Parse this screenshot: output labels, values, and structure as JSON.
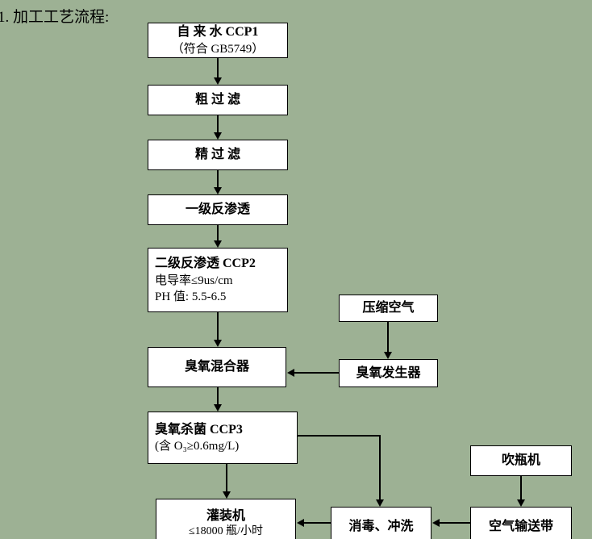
{
  "title": "1. 加工工艺流程:",
  "nodes": {
    "tap_water": {
      "line1": "自 来 水 CCP1",
      "line2": "（符合 GB5749）"
    },
    "coarse_filter": {
      "line1": "粗 过 滤"
    },
    "fine_filter": {
      "line1": "精 过 滤"
    },
    "reverse_osmosis_1": {
      "line1": "一级反渗透"
    },
    "reverse_osmosis_2": {
      "line1": "二级反渗透 CCP2",
      "line2": "电导率≤9us/cm",
      "line3": "PH 值: 5.5-6.5"
    },
    "ozone_mixer": {
      "line1": "臭氧混合器"
    },
    "ozone_sterilization": {
      "line1": "臭氧杀菌 CCP3",
      "line2": "(含 O₃≥0.6mg/L)"
    },
    "filling_machine": {
      "line1": "灌装机",
      "line2": "≤18000 瓶/小时"
    },
    "compressed_air": {
      "line1": "压缩空气"
    },
    "ozone_generator": {
      "line1": "臭氧发生器"
    },
    "bottle_blower": {
      "line1": "吹瓶机"
    },
    "air_conveyor": {
      "line1": "空气输送带"
    },
    "disinfection_rinse": {
      "line1": "消毒、冲洗"
    }
  },
  "colors": {
    "background": "#9db194",
    "box_fill": "#ffffff",
    "box_border": "#000000",
    "text": "#000000",
    "connector": "#000000"
  }
}
